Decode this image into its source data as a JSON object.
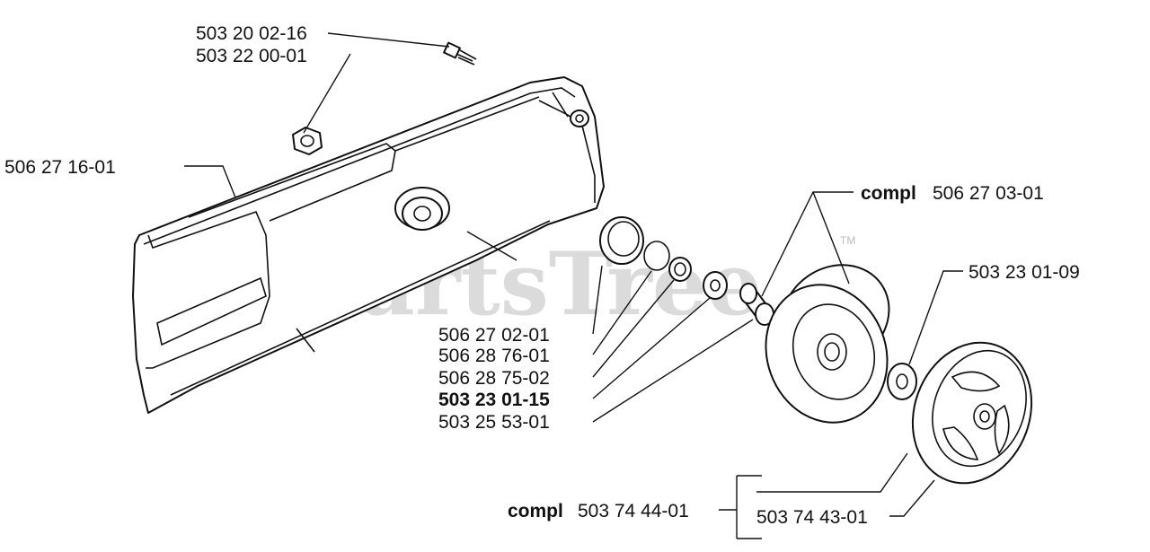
{
  "watermark": {
    "text": "PartsTree",
    "mark": "TM"
  },
  "labels": {
    "p1": "503 20 02-16",
    "p2": "503 22 00-01",
    "p3": "506 27 16-01",
    "p4": "506 27 02-01",
    "p5": "506 28 76-01",
    "p6": "506 28 75-02",
    "p7": "503 23 01-15",
    "p8": "503 25 53-01",
    "p9_prefix": "compl",
    "p9": "506 27 03-01",
    "p10": "503 23 01-09",
    "p11_prefix": "compl",
    "p11": "503 74 44-01",
    "p12": "503 74 43-01"
  }
}
